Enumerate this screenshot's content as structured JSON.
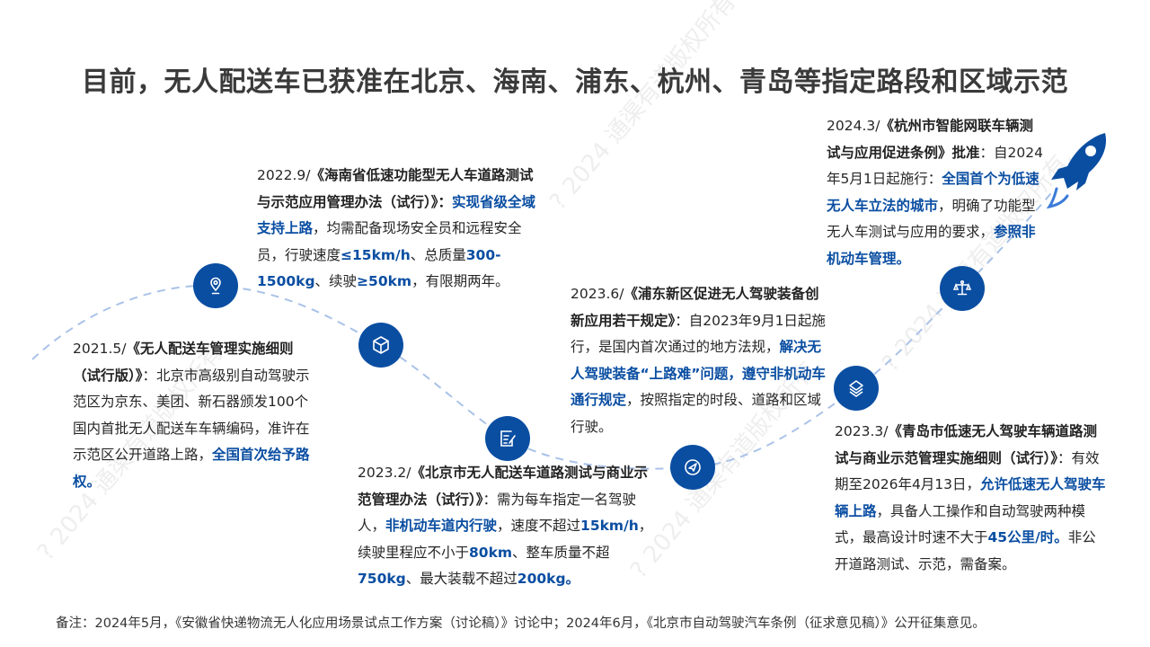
{
  "title": "目前，无人配送车已获准在北京、海南、浦东、杭州、青岛等指定路段和区域示范",
  "colors": {
    "accent": "#0a4ea2",
    "path": "#a9c2e8",
    "text": "#262626"
  },
  "watermark": "? 2024 通渠有道版权所有.",
  "nodes": [
    {
      "icon": "location-pin-icon"
    },
    {
      "icon": "cube-icon"
    },
    {
      "icon": "document-edit-icon"
    },
    {
      "icon": "paper-plane-icon"
    },
    {
      "icon": "layers-icon"
    },
    {
      "icon": "scale-balance-icon"
    }
  ],
  "rocket_icon": "rocket-icon",
  "blocks": {
    "b2021": {
      "date": "2021.5/",
      "doc": "《无人配送车管理实施细则（试行版）》",
      "t1": "：北京市高级别自动驾驶示范区为京东、美团、新石器颁发100个国内首批无人配送车车辆编码，准许在示范区公开道路上路，",
      "h1": "全国首次给予路权。"
    },
    "b2022": {
      "date": "2022.9/",
      "doc": "《海南省低速功能型无人车道路测试与示范应用管理办法（试行）》",
      "t1": "：",
      "h1": "实现省级全域支持上路",
      "t2": "，均需配备现场安全员和远程安全员，行驶速度",
      "h2": "≤15km/h",
      "t3": "、总质量",
      "h3": "300-1500kg",
      "t4": "、续驶",
      "h4": "≥50km",
      "t5": "，有限期两年。"
    },
    "b2023_2": {
      "date": "2023.2/",
      "doc": "《北京市无人配送车道路测试与商业示范管理办法（试行）》",
      "t1": "：需为每车指定一名驾驶人，",
      "h1": "非机动车道内行驶",
      "t2": "，速度不超过",
      "h2": "15km/h",
      "t3": "，续驶里程应不小于",
      "h3": "80km",
      "t4": "、整车质量不超 ",
      "h4": "750kg",
      "t5": "、最大装载不超过",
      "h5": "200kg。"
    },
    "b2023_6": {
      "date": "2023.6/",
      "doc": "《浦东新区促进无人驾驶装备创新应用若干规定》",
      "t1": "：自2023年9月1日起施行，是国内首次通过的地方法规，",
      "h1": "解决无人驾驶装备“上路难”问题，遵守非机动车通行规定",
      "t2": "，按照指定的时段、道路和区域行驶。"
    },
    "b2023_3": {
      "date": "2023.3/",
      "doc": "《青岛市低速无人驾驶车辆道路测试与商业示范管理实施细则（试行）》",
      "t1": "：有效期至2026年4月13日，",
      "h1": "允许低速无人驾驶车辆上路",
      "t2": "，具备人工操作和自动驾驶两种模式，最高设计时速不大于",
      "h2": "45公里/时。",
      "t3": "非公开道路测试、示范，需备案。"
    },
    "b2024": {
      "date": "2024.3/",
      "doc": "《杭州市智能网联车辆测试与应用促进条例》批准",
      "t1": "：自2024年5月1日起施行：",
      "h1": "全国首个为低速无人车立法的城市",
      "t2": "，明确了功能型无人车测试与应用的要求，",
      "h2": "参照非机动车管理。"
    }
  },
  "note": "备注：2024年5月，《安徽省快递物流无人化应用场景试点工作方案（讨论稿）》讨论中；2024年6月，《北京市自动驾驶汽车条例（征求意见稿）》公开征集意见。"
}
